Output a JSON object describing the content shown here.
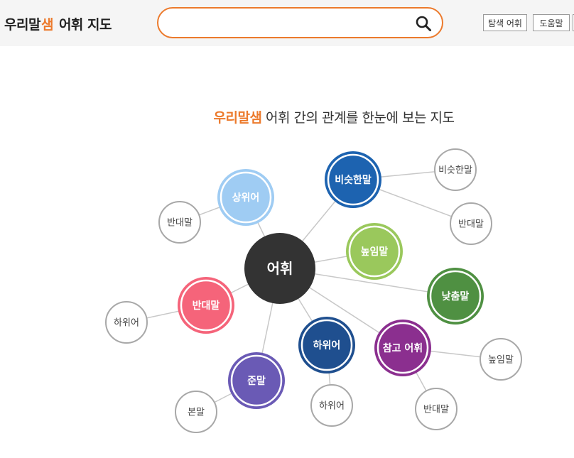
{
  "header": {
    "logo": {
      "part1": "우리말",
      "part2": "샘",
      "part3": "어휘 지도"
    },
    "search": {
      "value": "",
      "placeholder": ""
    },
    "nav": [
      "탐색 어휘",
      "도움말"
    ]
  },
  "headline": {
    "brand": "우리말샘",
    "rest": " 어휘 간의 관계를 한눈에 보는 지도"
  },
  "colors": {
    "accent": "#ec7a2c",
    "center": "#333333",
    "synonym": "#1d63b0",
    "hypernym": "#9fccf3",
    "honorific": "#9ac85c",
    "humble": "#4f9042",
    "antonym": "#f5647a",
    "hyponym": "#1f4f8f",
    "reference": "#8b2f8f",
    "abbreviation": "#6a5ab5",
    "leaf_border": "#a8a8a8"
  },
  "map": {
    "center": {
      "label": "어휘"
    },
    "relations": [
      {
        "id": "synonym",
        "label": "비슷한말"
      },
      {
        "id": "hypernym",
        "label": "상위어"
      },
      {
        "id": "honorific",
        "label": "높임말"
      },
      {
        "id": "humble",
        "label": "낮춤말"
      },
      {
        "id": "antonym",
        "label": "반대말"
      },
      {
        "id": "hyponym",
        "label": "하위어"
      },
      {
        "id": "reference",
        "label": "참고 어휘"
      },
      {
        "id": "abbreviation",
        "label": "준말"
      }
    ],
    "leaves": [
      {
        "parent": "synonym",
        "label": "비슷한말"
      },
      {
        "parent": "synonym",
        "label": "반대말"
      },
      {
        "parent": "hypernym",
        "label": "반대말"
      },
      {
        "parent": "antonym",
        "label": "하위어"
      },
      {
        "parent": "reference",
        "label": "높임말"
      },
      {
        "parent": "reference",
        "label": "반대말"
      },
      {
        "parent": "hyponym",
        "label": "하위어"
      },
      {
        "parent": "abbreviation",
        "label": "본말"
      }
    ]
  }
}
